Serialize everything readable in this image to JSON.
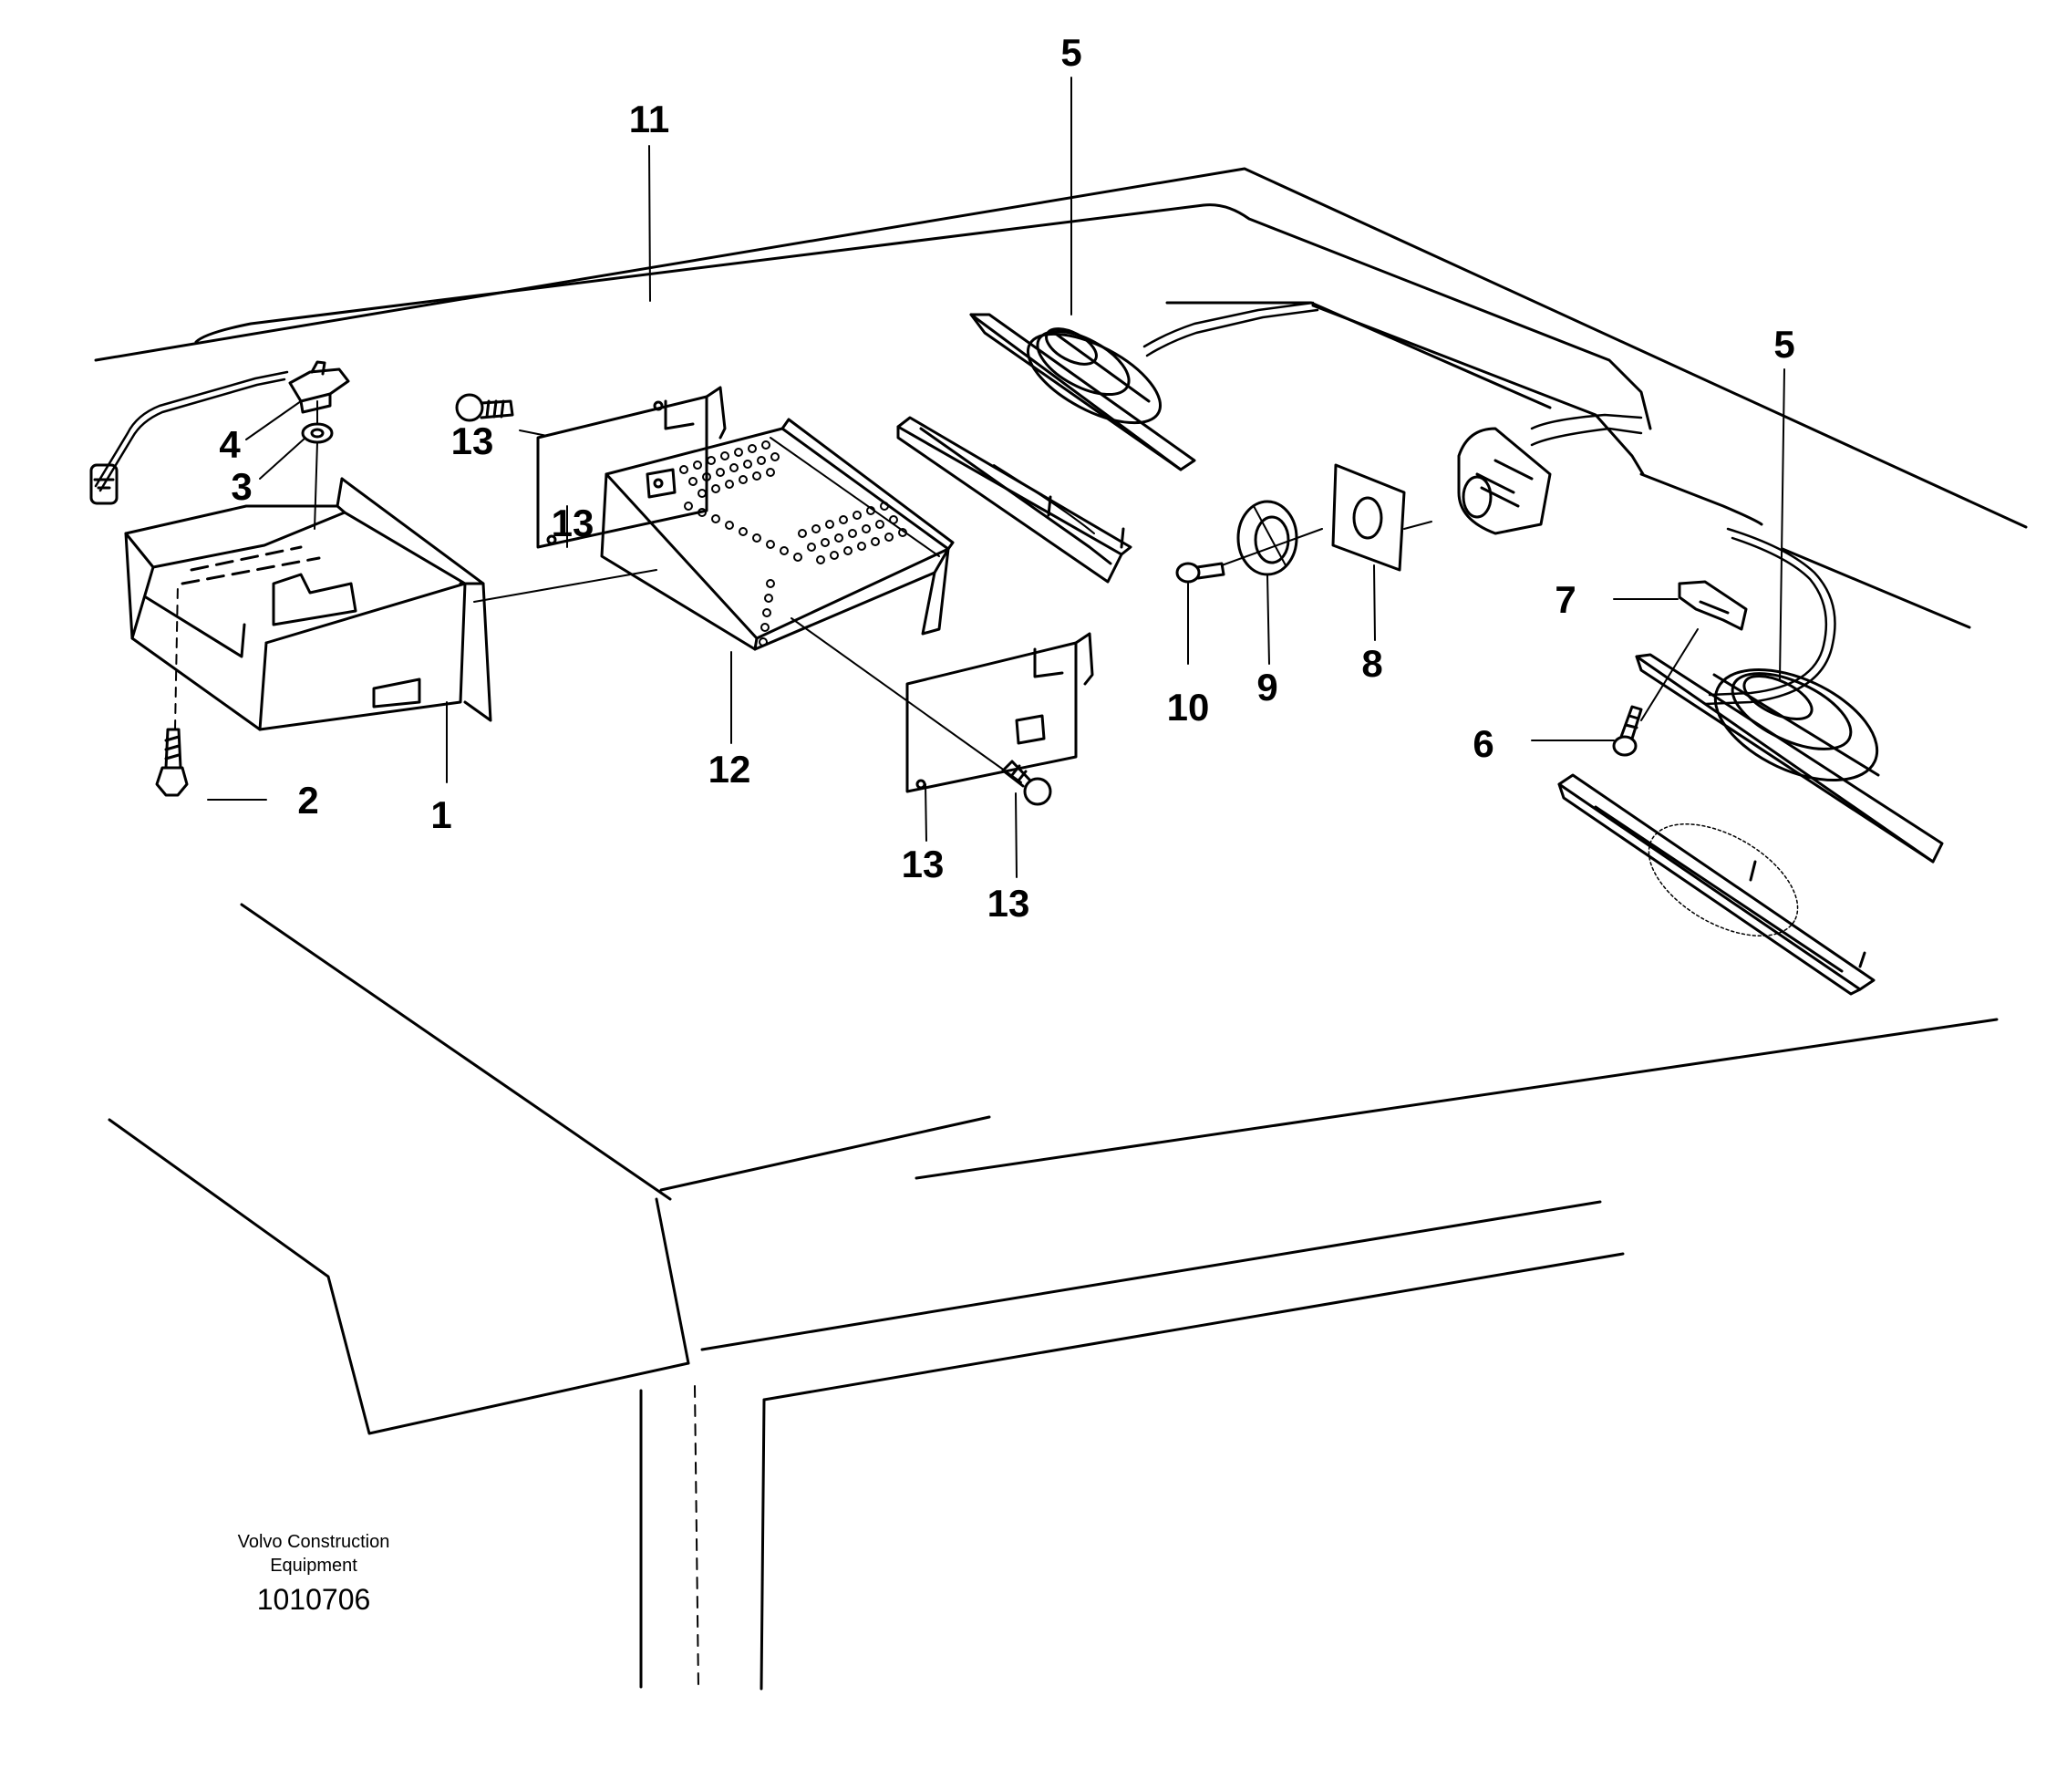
{
  "callouts": {
    "c1": "1",
    "c2": "2",
    "c3": "3",
    "c4": "4",
    "c5a": "5",
    "c5b": "5",
    "c6": "6",
    "c7": "7",
    "c8": "8",
    "c9": "9",
    "c10": "10",
    "c11": "11",
    "c12": "12",
    "c13a": "13",
    "c13b": "13",
    "c13c": "13",
    "c13d": "13"
  },
  "footer": {
    "brand_line1": "Volvo Construction",
    "brand_line2": "Equipment",
    "drawing_number": "1010706"
  }
}
